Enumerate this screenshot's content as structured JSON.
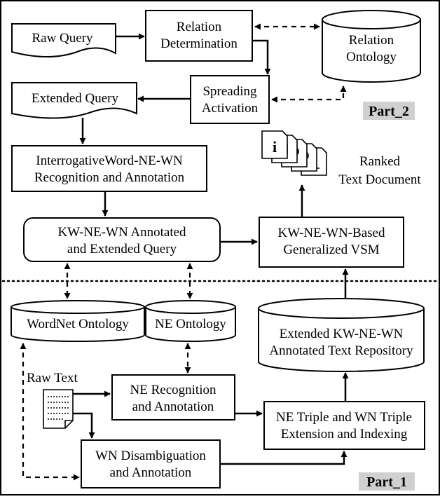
{
  "diagram": {
    "nodes": {
      "raw_query": "Raw Query",
      "relation_determination": [
        "Relation",
        "Determination"
      ],
      "relation_ontology": [
        "Relation",
        "Ontology"
      ],
      "extended_query": "Extended Query",
      "spreading_activation": [
        "Spreading",
        "Activation"
      ],
      "part2": "Part_2",
      "interrogative": [
        "InterrogativeWord-NE-WN",
        "Recognition and Annotation"
      ],
      "ranked_text_document": [
        "Ranked",
        "Text Document"
      ],
      "kw_annotated_query": [
        "KW-NE-WN Annotated",
        "and Extended Query"
      ],
      "generalized_vsm": [
        "KW-NE-WN-Based",
        "Generalized VSM"
      ],
      "wordnet_ontology": "WordNet Ontology",
      "ne_ontology": "NE Ontology",
      "extended_repository": [
        "Extended KW-NE-WN",
        "Annotated Text Repository"
      ],
      "raw_text": "Raw Text",
      "ne_recognition": [
        "NE Recognition",
        "and Annotation"
      ],
      "triple_extension": [
        "NE Triple and WN Triple",
        "Extension and Indexing"
      ],
      "wn_disambiguation": [
        "WN Disambiguation",
        "and Annotation"
      ],
      "part1": "Part_1"
    },
    "colors": {
      "stroke": "#000000",
      "part_label_bg": "#d0d0d0",
      "background": "#ffffff"
    }
  }
}
